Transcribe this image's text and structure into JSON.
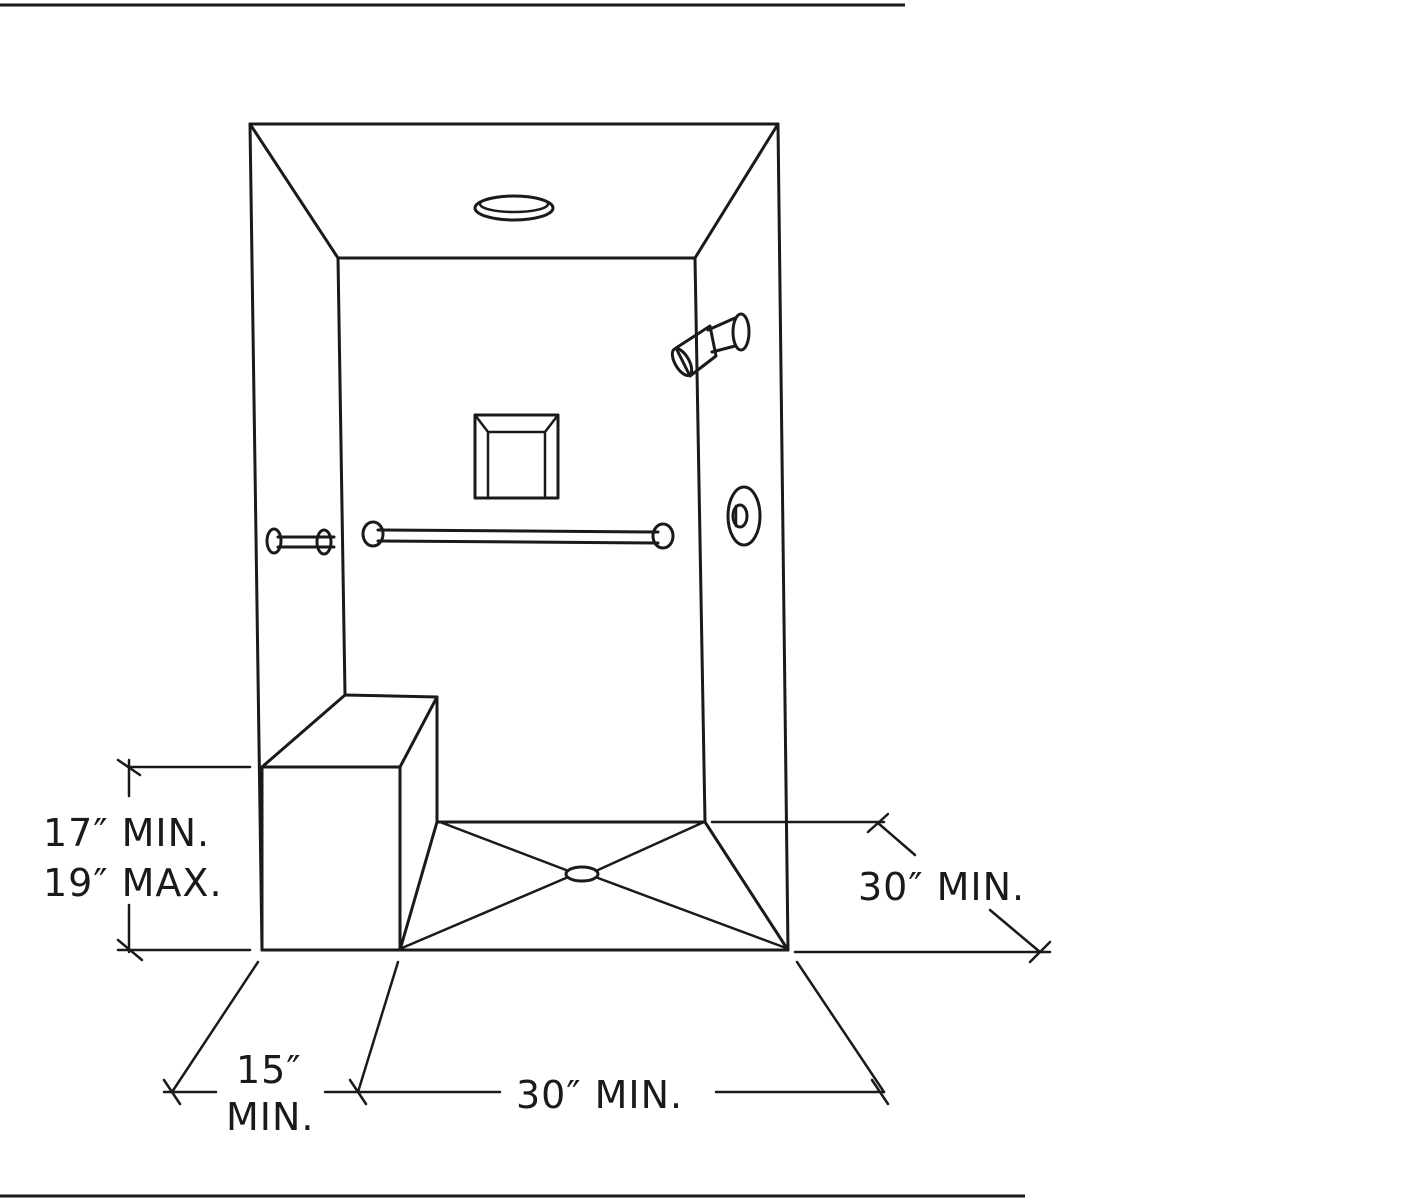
{
  "diagram": {
    "seat_height": {
      "min": "17″  MIN.",
      "max": "19″  MAX."
    },
    "seat_depth": {
      "value": "15″",
      "note": "MIN."
    },
    "stall_width": {
      "value": "30″  MIN."
    },
    "stall_depth": {
      "value": "30″  MIN."
    },
    "colors": {
      "line": "#1a1a1a",
      "background": "#ffffff"
    }
  }
}
